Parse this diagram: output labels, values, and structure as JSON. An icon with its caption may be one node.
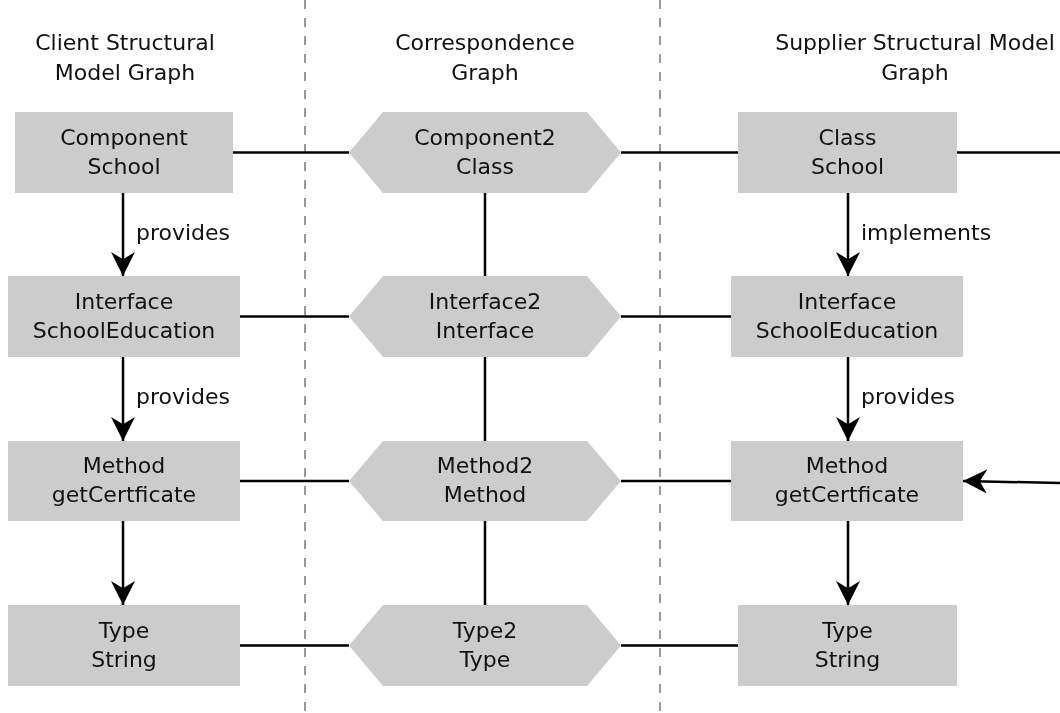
{
  "diagram": {
    "nodes": [
      {
        "text": [
          "Component School"
        ]
      },
      {
        "text": [
          "Component2 Class"
        ]
      },
      {
        "text": [
          "Class School"
        ]
      },
      {
        "text": [
          "Interface SchoolEducation"
        ]
      },
      {
        "text": [
          "Interface2 Interface"
        ]
      },
      {
        "text": [
          "Interface SchoolEducation"
        ]
      },
      {
        "text": [
          "Method getCertficate"
        ]
      },
      {
        "text": [
          "Method2 Method"
        ]
      },
      {
        "text": [
          "Method getCertficate"
        ]
      },
      {
        "text": [
          "Type String"
        ]
      },
      {
        "text": [
          "Type2 Type"
        ]
      },
      {
        "text": [
          "Type String"
        ]
      }
    ],
    "edges": [
      {
        "from": 1,
        "to": 0,
        "arrow": "none"
      },
      {
        "from": 1,
        "to": 2,
        "arrow": "none"
      },
      {
        "from": 2,
        "to": null,
        "arrow": "none"
      },
      {
        "from": 0,
        "to": 3,
        "label": "provides",
        "arrow": "to"
      },
      {
        "from": 1,
        "to": 4,
        "arrow": "none"
      },
      {
        "from": 2,
        "to": 5,
        "label": "implements",
        "arrow": "to"
      },
      {
        "from": 4,
        "to": 3,
        "arrow": "none"
      },
      {
        "from": 4,
        "to": 5,
        "arrow": "none"
      },
      {
        "from": 3,
        "to": 6,
        "label": "provides",
        "arrow": "to"
      },
      {
        "from": 4,
        "to": 7,
        "arrow": "none"
      },
      {
        "from": 5,
        "to": 8,
        "label": "provides",
        "arrow": "to"
      },
      {
        "from": 7,
        "to": 6,
        "arrow": "none"
      },
      {
        "from": 7,
        "to": 8,
        "arrow": "none"
      },
      {
        "from": null,
        "to": 8,
        "arrow": "to"
      },
      {
        "from": 6,
        "to": 9,
        "arrow": "to"
      },
      {
        "from": 7,
        "to": 10,
        "arrow": "none"
      },
      {
        "from": 8,
        "to": 11,
        "arrow": "to"
      },
      {
        "from": 10,
        "to": 9,
        "arrow": "none"
      },
      {
        "from": 10,
        "to": 11,
        "arrow": "none"
      }
    ],
    "labels": [
      "Client Structural Model Graph",
      "Correspondence Graph",
      "Supplier Structural Model Graph"
    ]
  }
}
